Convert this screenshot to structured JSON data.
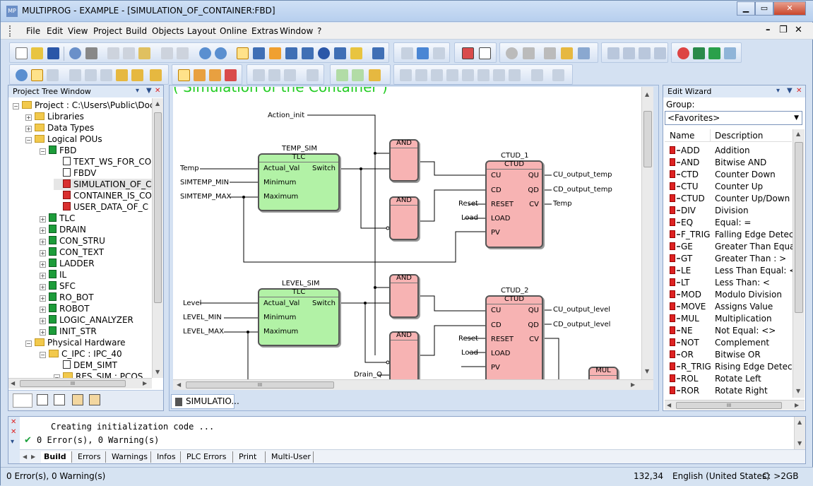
{
  "window": {
    "title": "MULTIPROG - EXAMPLE - [SIMULATION_OF_CONTAINER:FBD]",
    "icon": "multiprog-app-icon",
    "min": "▁",
    "max": "▭",
    "close": "✕"
  },
  "menu": [
    "File",
    "Edit",
    "View",
    "Project",
    "Build",
    "Objects",
    "Layout",
    "Online",
    "Extras",
    "Window",
    "?"
  ],
  "mdi": {
    "min": "–",
    "restore": "❐",
    "close": "✕"
  },
  "project_tree": {
    "header": "Project Tree Window",
    "items": [
      {
        "label": "Project : C:\\Users\\Public\\Docum",
        "icon": "folder",
        "exp": "−"
      },
      {
        "label": "Libraries",
        "icon": "folder",
        "exp": "+"
      },
      {
        "label": "Data Types",
        "icon": "folder",
        "exp": "+"
      },
      {
        "label": "Logical POUs",
        "icon": "folder",
        "exp": "−"
      },
      {
        "label": "FBD",
        "icon": "pou",
        "exp": "−"
      },
      {
        "label": "TEXT_WS_FOR_CO",
        "icon": "doc",
        "exp": ""
      },
      {
        "label": "FBDV",
        "icon": "doc",
        "exp": ""
      },
      {
        "label": "SIMULATION_OF_C",
        "icon": "red",
        "exp": ""
      },
      {
        "label": "CONTAINER_IS_CO",
        "icon": "red",
        "exp": ""
      },
      {
        "label": "USER_DATA_OF_C",
        "icon": "red",
        "exp": ""
      },
      {
        "label": "TLC",
        "icon": "pou",
        "exp": "+"
      },
      {
        "label": "DRAIN",
        "icon": "pou",
        "exp": "+"
      },
      {
        "label": "CON_STRU",
        "icon": "pou",
        "exp": "+"
      },
      {
        "label": "CON_TEXT",
        "icon": "pou",
        "exp": "+"
      },
      {
        "label": "LADDER",
        "icon": "pou",
        "exp": "+"
      },
      {
        "label": "IL",
        "icon": "pou",
        "exp": "+"
      },
      {
        "label": "SFC",
        "icon": "pou",
        "exp": "+"
      },
      {
        "label": "RO_BOT",
        "icon": "pou",
        "exp": "+"
      },
      {
        "label": "ROBOT",
        "icon": "pou",
        "exp": "+"
      },
      {
        "label": "LOGIC_ANALYZER",
        "icon": "pou",
        "exp": "+"
      },
      {
        "label": "INIT_STR",
        "icon": "pou",
        "exp": "+"
      },
      {
        "label": "Physical Hardware",
        "icon": "folder",
        "exp": "−"
      },
      {
        "label": "C_IPC : IPC_40",
        "icon": "folder",
        "exp": "−"
      },
      {
        "label": "DEM_SIMT",
        "icon": "doc",
        "exp": ""
      },
      {
        "label": "RES_SIM : PCOS",
        "icon": "folder",
        "exp": "−"
      }
    ]
  },
  "editor": {
    "comment": "( Simulation of the Container )",
    "tab": "SIMULATIO...",
    "labels": {
      "action_init": "Action_init",
      "temp": "Temp",
      "simtemp_min": "SIMTEMP_MIN",
      "simtemp_max": "SIMTEMP_MAX",
      "level": "Level",
      "level_min": "LEVEL_MIN",
      "level_max": "LEVEL_MAX",
      "drain_q": "Drain_Q",
      "reset1": "Reset",
      "load1": "Load",
      "reset2": "Reset",
      "load2": "Load",
      "cu_out_temp": "CU_output_temp",
      "cd_out_temp": "CD_output_temp",
      "temp_out": "Temp",
      "cu_out_level": "CU_output_level",
      "cd_out_level": "CD_output_level"
    },
    "blocks": {
      "temp_sim": {
        "instance": "TEMP_SIM",
        "type": "TLC",
        "in": [
          "Actual_Val",
          "Minimum",
          "Maximum"
        ],
        "out": "Switch"
      },
      "level_sim": {
        "instance": "LEVEL_SIM",
        "type": "TLC",
        "in": [
          "Actual_Val",
          "Minimum",
          "Maximum"
        ],
        "out": "Switch"
      },
      "and1": "AND",
      "and2": "AND",
      "and3": "AND",
      "and4": "AND",
      "mul": "MUL",
      "ctud1": {
        "instance": "CTUD_1",
        "type": "CTUD",
        "in": [
          "CU",
          "CD",
          "RESET",
          "LOAD",
          "PV"
        ],
        "out": [
          "QU",
          "QD",
          "CV"
        ]
      },
      "ctud2": {
        "instance": "CTUD_2",
        "type": "CTUD",
        "in": [
          "CU",
          "CD",
          "RESET",
          "LOAD",
          "PV"
        ],
        "out": [
          "QU",
          "QD",
          "CV"
        ]
      }
    }
  },
  "edit_wizard": {
    "header": "Edit Wizard",
    "group_label": "Group:",
    "group_value": "<Favorites>",
    "col_name": "Name",
    "col_desc": "Description",
    "rows": [
      [
        "ADD",
        "Addition"
      ],
      [
        "AND",
        "Bitwise AND"
      ],
      [
        "CTD",
        "Counter Down"
      ],
      [
        "CTU",
        "Counter Up"
      ],
      [
        "CTUD",
        "Counter Up/Down"
      ],
      [
        "DIV",
        "Division"
      ],
      [
        "EQ",
        "Equal: ="
      ],
      [
        "F_TRIG",
        "Falling Edge Detection"
      ],
      [
        "GE",
        "Greater Than Equal: >"
      ],
      [
        "GT",
        "Greater Than : >"
      ],
      [
        "LE",
        "Less Than Equal: <="
      ],
      [
        "LT",
        "Less Than: <"
      ],
      [
        "MOD",
        "Modulo Division"
      ],
      [
        "MOVE",
        "Assigns Value"
      ],
      [
        "MUL",
        "Multiplication"
      ],
      [
        "NE",
        "Not Equal: <>"
      ],
      [
        "NOT",
        "Complement"
      ],
      [
        "OR",
        "Bitwise OR"
      ],
      [
        "R_TRIG",
        "Rising Edge Detection"
      ],
      [
        "ROL",
        "Rotate Left"
      ],
      [
        "ROR",
        "Rotate Right"
      ]
    ]
  },
  "output": {
    "lines": [
      "Creating initialization code ...",
      "0 Error(s), 0 Warning(s)"
    ],
    "tabs": [
      "Build",
      "Errors",
      "Warnings",
      "Infos",
      "PLC Errors",
      "Print",
      "Multi-User"
    ]
  },
  "status": {
    "message": "0 Error(s), 0 Warning(s)",
    "position": "132,34",
    "language": "English (United States)",
    "disk": "C: >2GB"
  },
  "scroll_glyph": "III",
  "colors": {
    "accent": "#1d9c3a",
    "block_green": "#b2f2a6",
    "block_red": "#f7b3b3",
    "comment": "#22cc22"
  }
}
